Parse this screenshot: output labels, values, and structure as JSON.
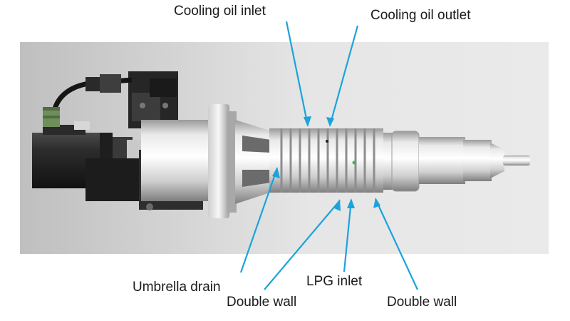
{
  "callouts": [
    {
      "text": "Cooling oil inlet"
    },
    {
      "text": "Cooling oil outlet"
    },
    {
      "text": "Umbrella drain"
    },
    {
      "text": "LPG inlet"
    },
    {
      "text": "Double wall"
    },
    {
      "text": "Double wall"
    }
  ],
  "colors": {
    "callout_line": "#1aa3dc",
    "panel_background": "#d9d9d9",
    "metal_light": "#f2f2f2",
    "metal_mid": "#bdbdbd",
    "metal_dark": "#2a2a2a",
    "cable": "#151515",
    "connector_green": "#6f8f5a"
  },
  "icons": [
    "burner-lance",
    "servo-motor",
    "cable",
    "connector",
    "gear-valve-body",
    "flange",
    "finned-cooling-sleeve",
    "nozzle-tip"
  ]
}
